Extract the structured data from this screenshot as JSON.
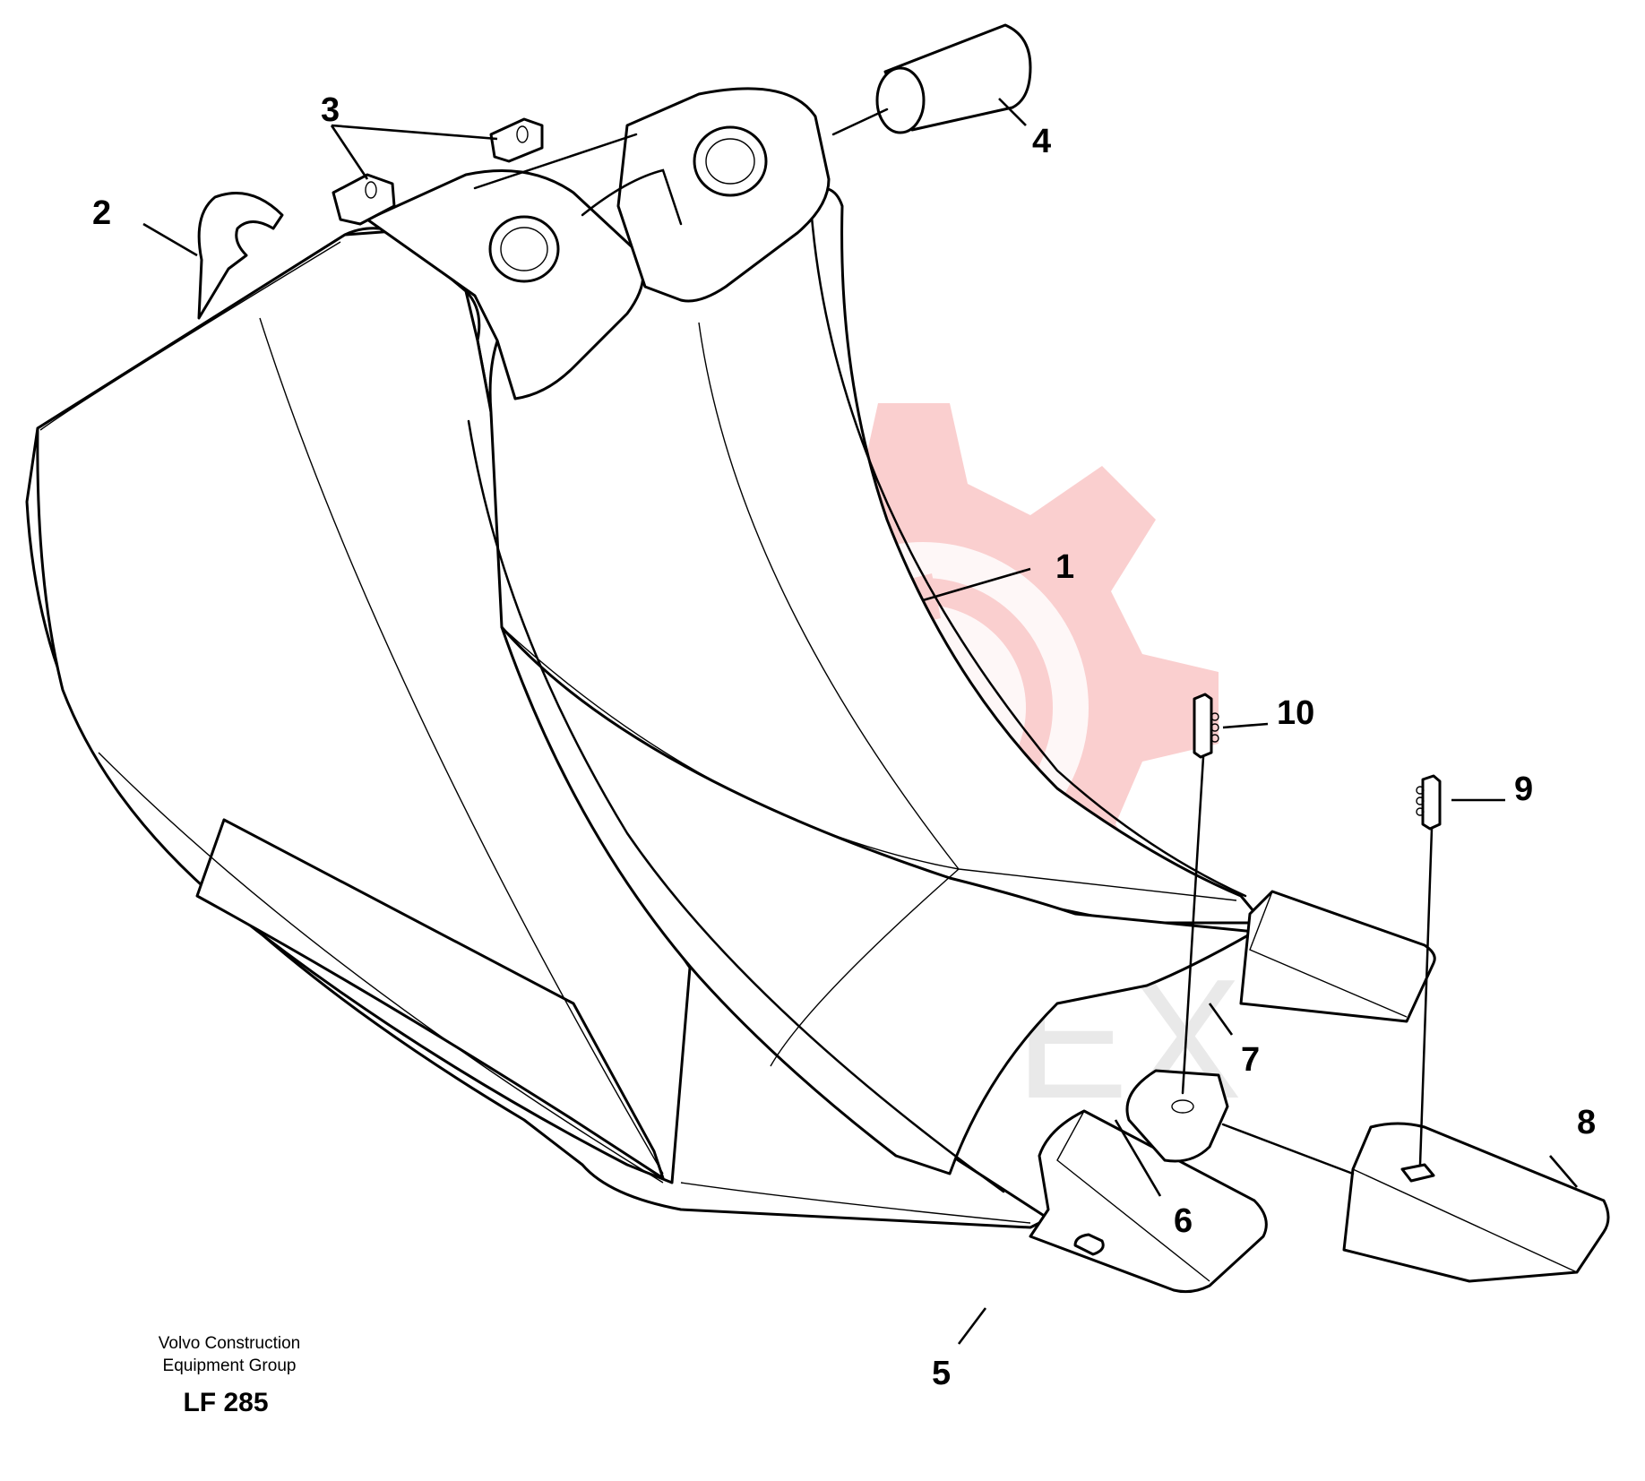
{
  "diagram": {
    "callouts": [
      {
        "id": "1",
        "label": "1"
      },
      {
        "id": "2",
        "label": "2"
      },
      {
        "id": "3",
        "label": "3"
      },
      {
        "id": "4",
        "label": "4"
      },
      {
        "id": "5",
        "label": "5"
      },
      {
        "id": "6",
        "label": "6"
      },
      {
        "id": "7",
        "label": "7"
      },
      {
        "id": "8",
        "label": "8"
      },
      {
        "id": "9",
        "label": "9"
      },
      {
        "id": "10",
        "label": "10"
      }
    ]
  },
  "footer": {
    "line1": "Volvo Construction",
    "line2": "Equipment Group",
    "code": "LF 285"
  },
  "watermark": {
    "text": "VINTEX",
    "color": "#f08080"
  }
}
